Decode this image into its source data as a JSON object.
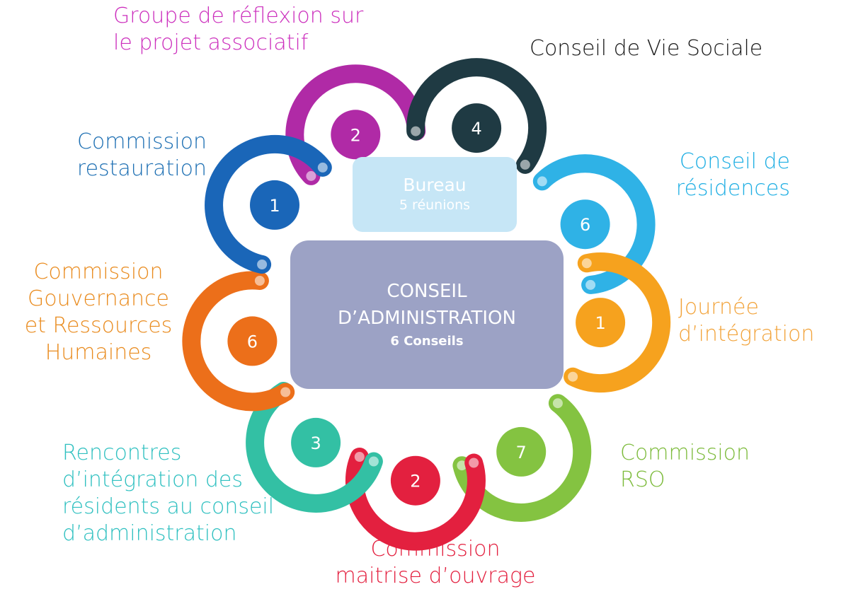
{
  "colors": {
    "bureau_bg": "#c6e6f6",
    "conseil_bg": "#9ca2c5"
  },
  "center": {
    "bureau": {
      "title": "Bureau",
      "subtitle": "5 réunions"
    },
    "conseil": {
      "title": "CONSEIL\nD’ADMINISTRATION",
      "subtitle": "6 Conseils"
    }
  },
  "nodes": [
    {
      "id": "groupe-reflexion",
      "label": "Groupe de réflexion sur\nle projet associatif",
      "count": "2",
      "color": "#b02aa6",
      "text_color": "#cc2fbd"
    },
    {
      "id": "conseil-vie-sociale",
      "label": "Conseil de Vie Sociale",
      "count": "4",
      "color": "#1f3a43",
      "text_color": "#1a1a1a"
    },
    {
      "id": "conseil-residences",
      "label": "Conseil de\nrésidences",
      "count": "6",
      "color": "#2fb2e6",
      "text_color": "#1eaee3"
    },
    {
      "id": "journee-integration",
      "label": "Journée\nd’intégration",
      "count": "1",
      "color": "#f6a21e",
      "text_color": "#f2a33a"
    },
    {
      "id": "commission-rso",
      "label": "Commission\nRSO",
      "count": "7",
      "color": "#84c341",
      "text_color": "#7dbb3c"
    },
    {
      "id": "commission-maitrise",
      "label": "Commission\nmaitrise d’ouvrage",
      "count": "2",
      "color": "#e3203f",
      "text_color": "#e3203f"
    },
    {
      "id": "rencontres-integration",
      "label": "Rencontres\nd’intégration des\nrésidents au conseil\nd’administration",
      "count": "3",
      "color": "#33c0a4",
      "text_color": "#2fc0c0"
    },
    {
      "id": "commission-gouvernance",
      "label": "Commission\nGouvernance\net Ressources\nHumaines",
      "count": "6",
      "color": "#ec6f1a",
      "text_color": "#e98b1e"
    },
    {
      "id": "commission-restauration",
      "label": "Commission\nrestauration",
      "count": "1",
      "color": "#1a66b8",
      "text_color": "#1d6fb3"
    }
  ]
}
